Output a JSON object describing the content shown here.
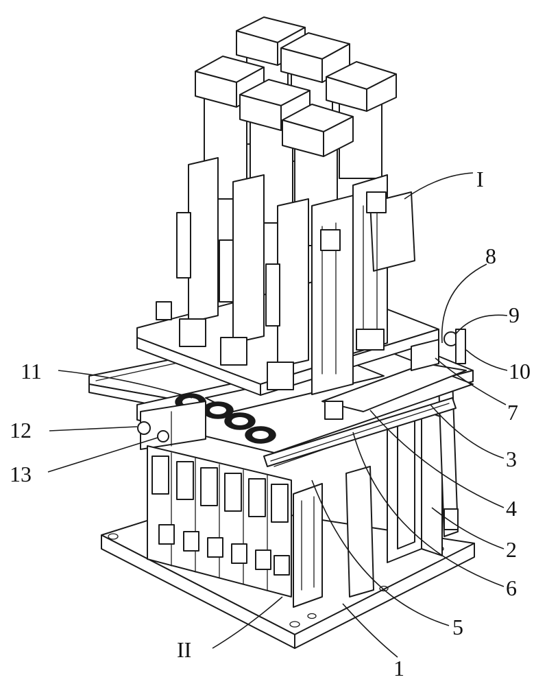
{
  "labels": [
    {
      "id": "I",
      "text": "I"
    },
    {
      "id": "8",
      "text": "8"
    },
    {
      "id": "9",
      "text": "9"
    },
    {
      "id": "10",
      "text": "10"
    },
    {
      "id": "7",
      "text": "7"
    },
    {
      "id": "3",
      "text": "3"
    },
    {
      "id": "4",
      "text": "4"
    },
    {
      "id": "2",
      "text": "2"
    },
    {
      "id": "6",
      "text": "6"
    },
    {
      "id": "5",
      "text": "5"
    },
    {
      "id": "1",
      "text": "1"
    },
    {
      "id": "II",
      "text": "II"
    },
    {
      "id": "11",
      "text": "11"
    },
    {
      "id": "12",
      "text": "12"
    },
    {
      "id": "13",
      "text": "13"
    }
  ]
}
